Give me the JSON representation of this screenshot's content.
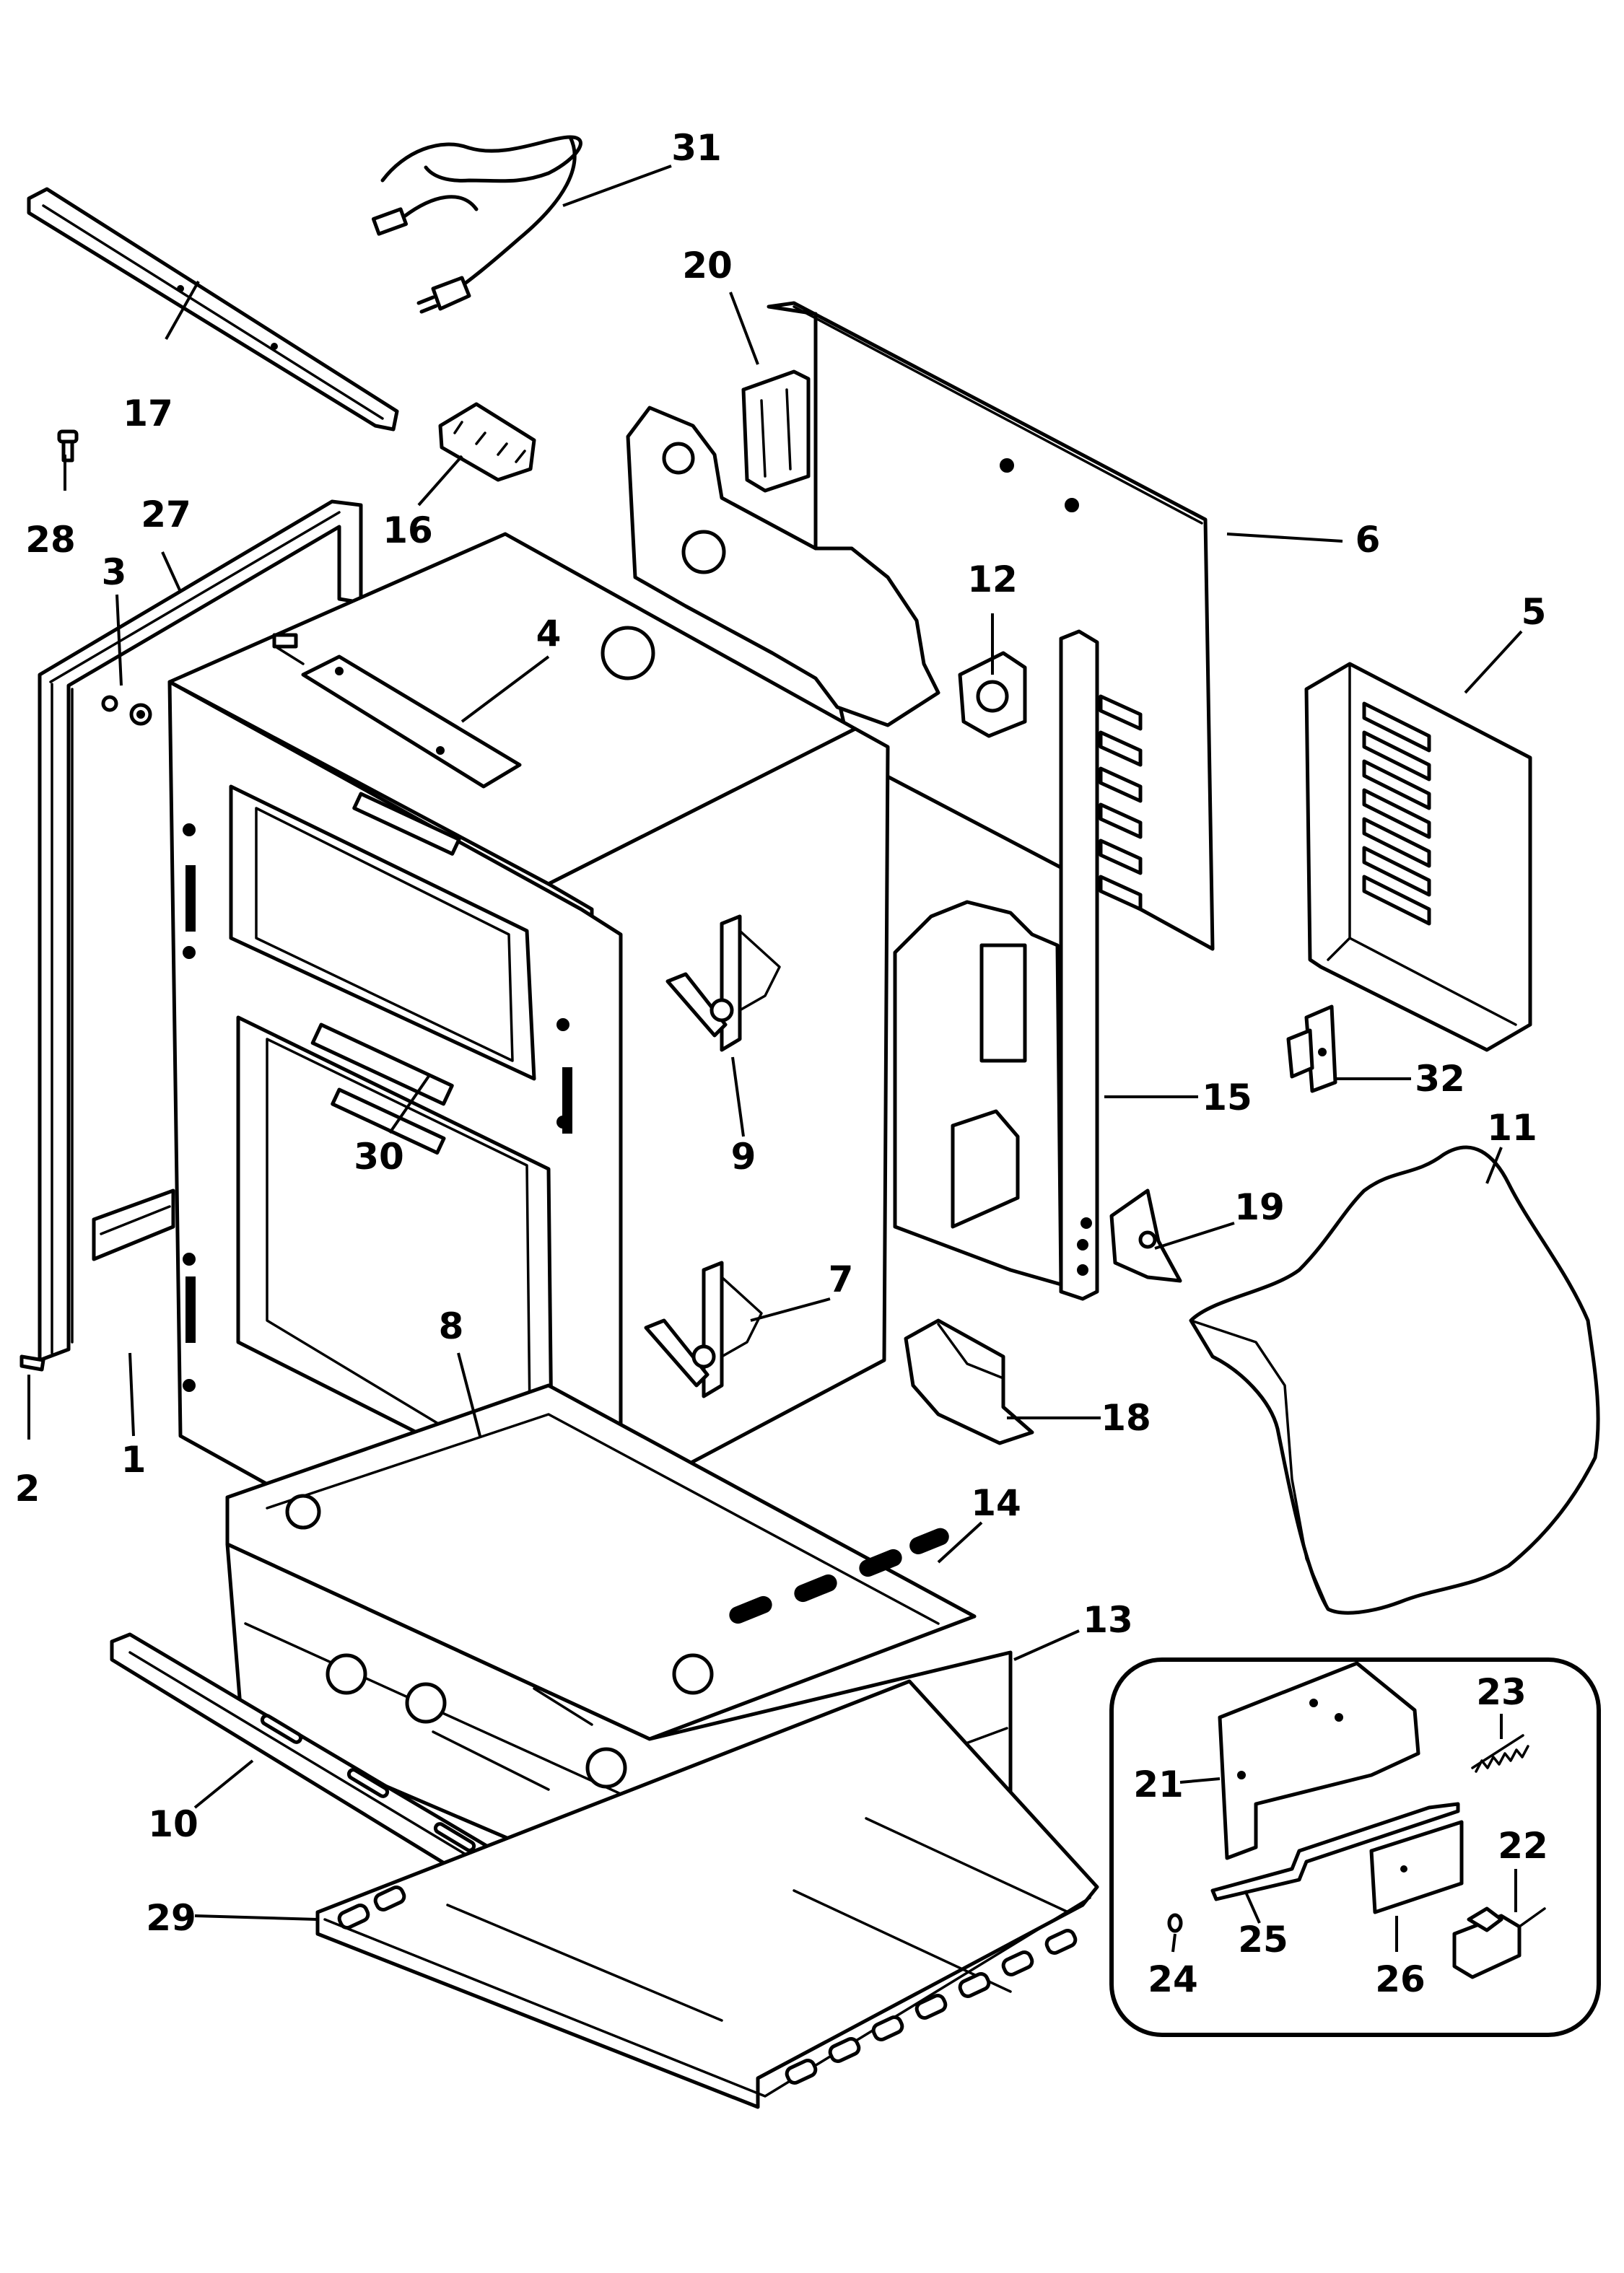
{
  "part_labels": {
    "p1": "1",
    "p2": "2",
    "p3": "3",
    "p4": "4",
    "p5": "5",
    "p6": "6",
    "p7": "7",
    "p8": "8",
    "p9": "9",
    "p10": "10",
    "p11": "11",
    "p12": "12",
    "p13": "13",
    "p14": "14",
    "p15": "15",
    "p16": "16",
    "p17": "17",
    "p18": "18",
    "p19": "19",
    "p20": "20",
    "p21": "21",
    "p22": "22",
    "p23": "23",
    "p24": "24",
    "p25": "25",
    "p26": "26",
    "p27": "27",
    "p28": "28",
    "p29": "29",
    "p30": "30",
    "p31": "31",
    "p32": "32"
  }
}
